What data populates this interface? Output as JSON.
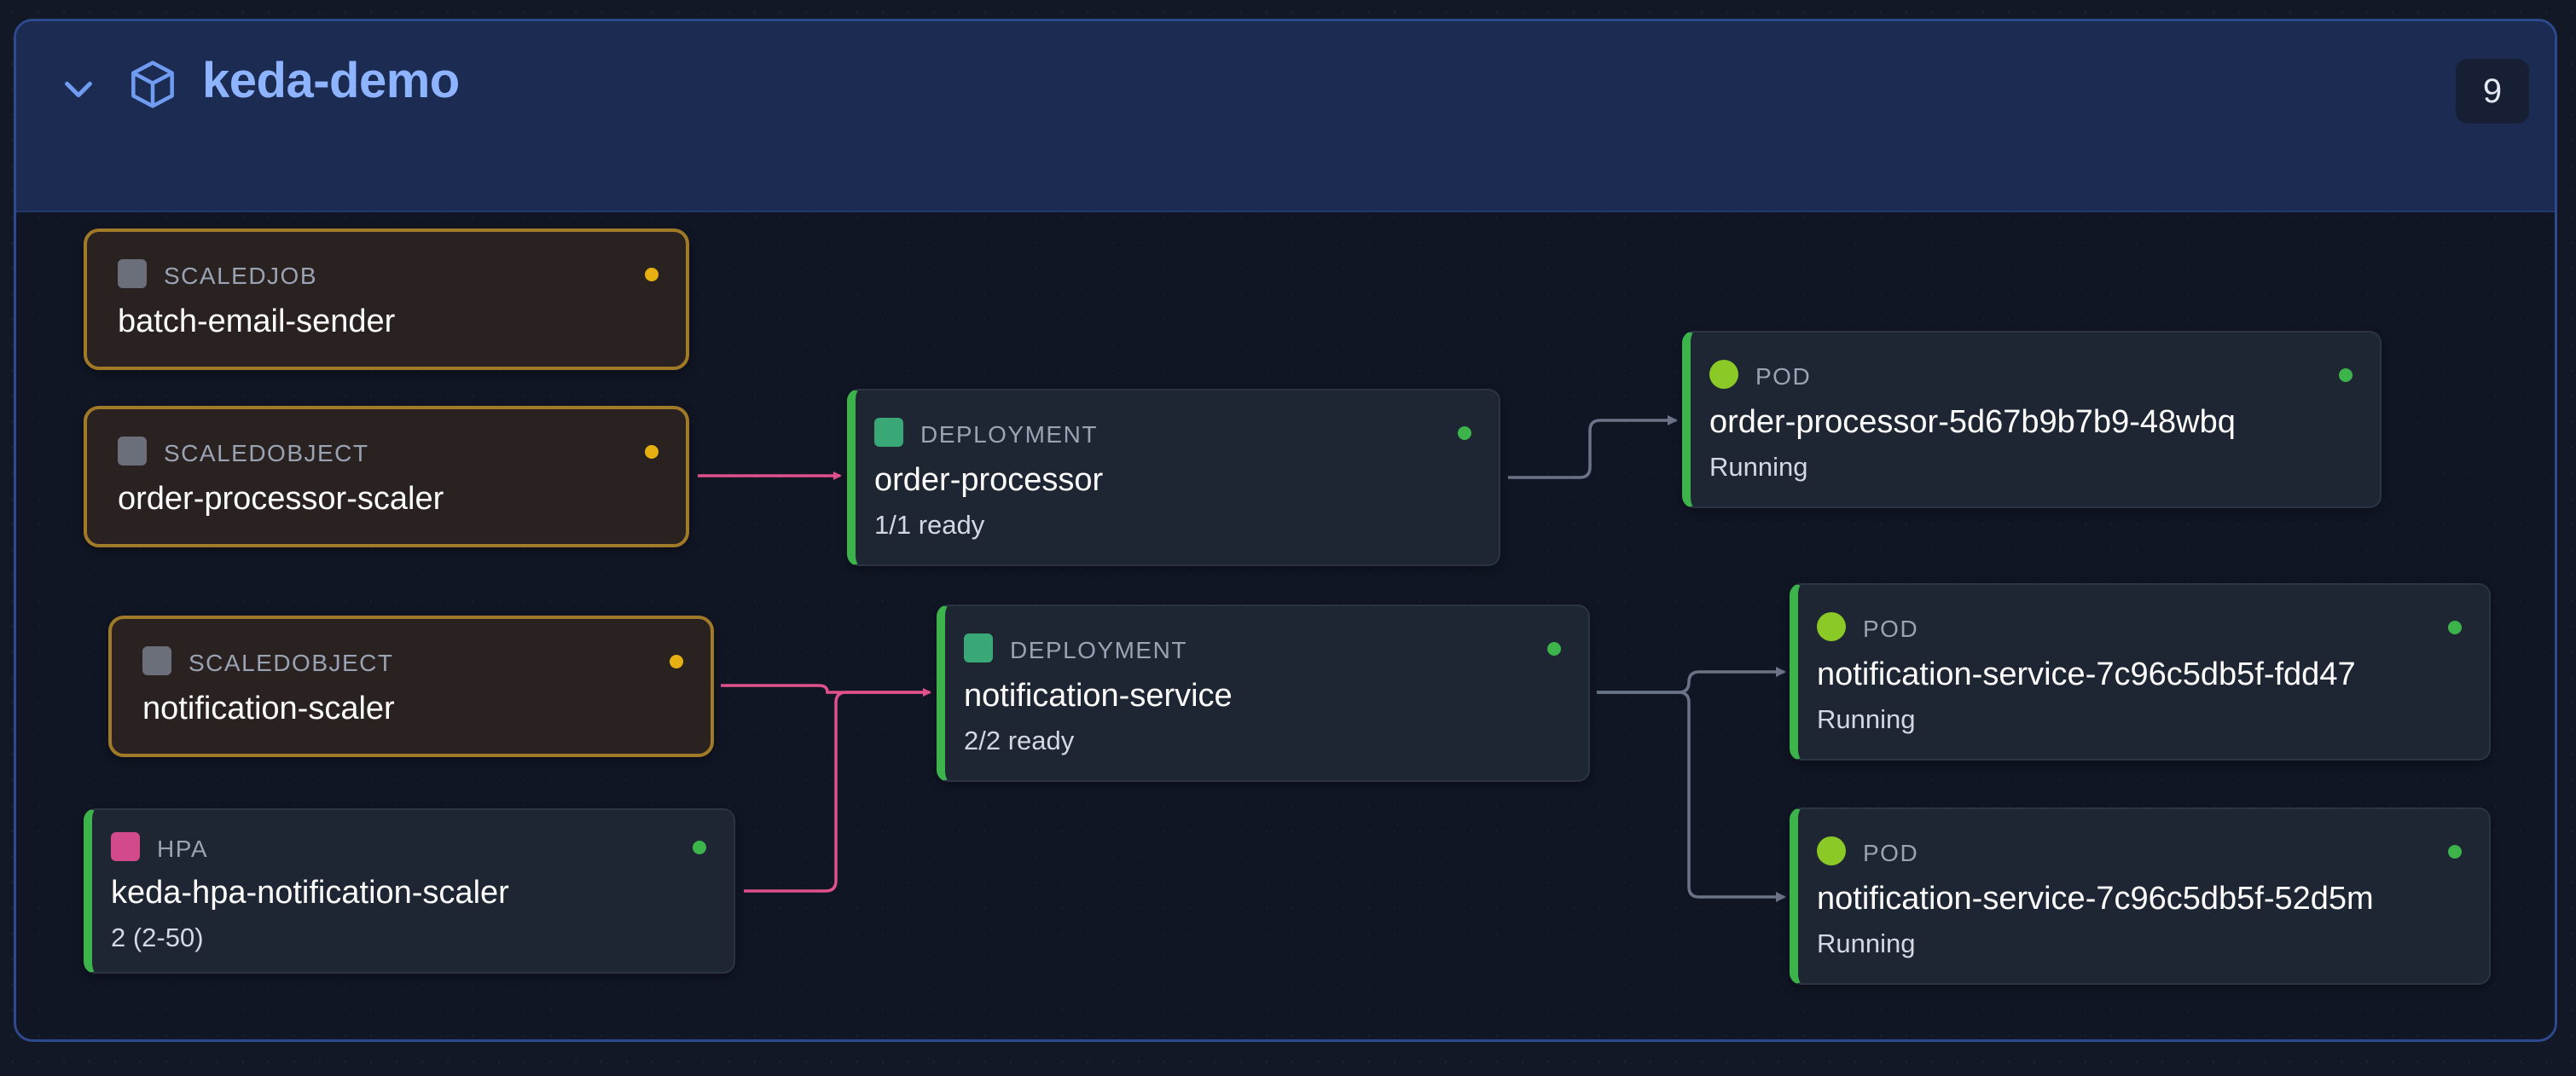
{
  "group": {
    "title": "keda-demo",
    "count": "9",
    "icon": "cube-icon",
    "collapse_icon": "chevron-down-icon",
    "header_color": "#1b2b52",
    "title_color": "#8fb4ff"
  },
  "colors": {
    "keda_border": "#a07a27",
    "healthy": "#3cb44b",
    "warning_dot": "#e6b012",
    "scaling_edge": "#e0508c",
    "owner_edge": "#6b7487",
    "deployment_icon": "#3aa876",
    "hpa_icon": "#d24a8b",
    "keda_icon": "#6b6f7a",
    "pod_icon": "#8ac926"
  },
  "nodes": {
    "scaledjob": {
      "kind": "SCALEDJOB",
      "name": "batch-email-sender"
    },
    "scaledobject_order": {
      "kind": "SCALEDOBJECT",
      "name": "order-processor-scaler"
    },
    "scaledobject_notif": {
      "kind": "SCALEDOBJECT",
      "name": "notification-scaler"
    },
    "hpa": {
      "kind": "HPA",
      "name": "keda-hpa-notification-scaler",
      "status": "2 (2-50)"
    },
    "deploy_order": {
      "kind": "DEPLOYMENT",
      "name": "order-processor",
      "status": "1/1 ready"
    },
    "deploy_notif": {
      "kind": "DEPLOYMENT",
      "name": "notification-service",
      "status": "2/2 ready"
    },
    "pod_order": {
      "kind": "POD",
      "name": "order-processor-5d67b9b7b9-48wbq",
      "status": "Running"
    },
    "pod_notif_1": {
      "kind": "POD",
      "name": "notification-service-7c96c5db5f-fdd47",
      "status": "Running"
    },
    "pod_notif_2": {
      "kind": "POD",
      "name": "notification-service-7c96c5db5f-52d5m",
      "status": "Running"
    }
  }
}
